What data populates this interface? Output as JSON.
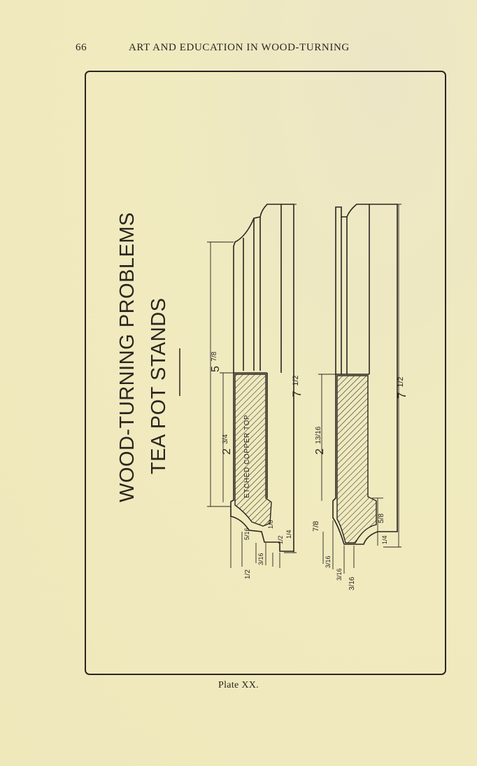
{
  "header": {
    "page_number": "66",
    "running_title": "ART AND EDUCATION IN WOOD-TURNING"
  },
  "plate": {
    "title_line1": "WOOD-TURNING PROBLEMS",
    "title_line2": "TEA POT STANDS",
    "caption": "Plate XX."
  },
  "upper_stand": {
    "label": "ETCHED COPPER TOP",
    "dim_overall_whole": "7",
    "dim_overall_frac": "1/2",
    "dim_inner_whole": "5",
    "dim_inner_frac": "7/8",
    "dim_mid_whole": "2",
    "dim_mid_frac": "3/4",
    "dim_a": "5/16",
    "dim_b": "1/8",
    "dim_c": "1/2",
    "dim_d": "3/16",
    "dim_e": "1/2",
    "dim_f": "1/4"
  },
  "lower_stand": {
    "dim_overall_whole": "7",
    "dim_overall_frac": "1/2",
    "dim_mid_whole": "2",
    "dim_mid_frac": "13/16",
    "dim_a": "7/8",
    "dim_b": "3/16",
    "dim_c": "3/16",
    "dim_d": "1/4",
    "dim_e": "5/8",
    "dim_f": "3/16"
  },
  "colors": {
    "paper": "#f1ebc0",
    "ink": "#2a2520"
  }
}
